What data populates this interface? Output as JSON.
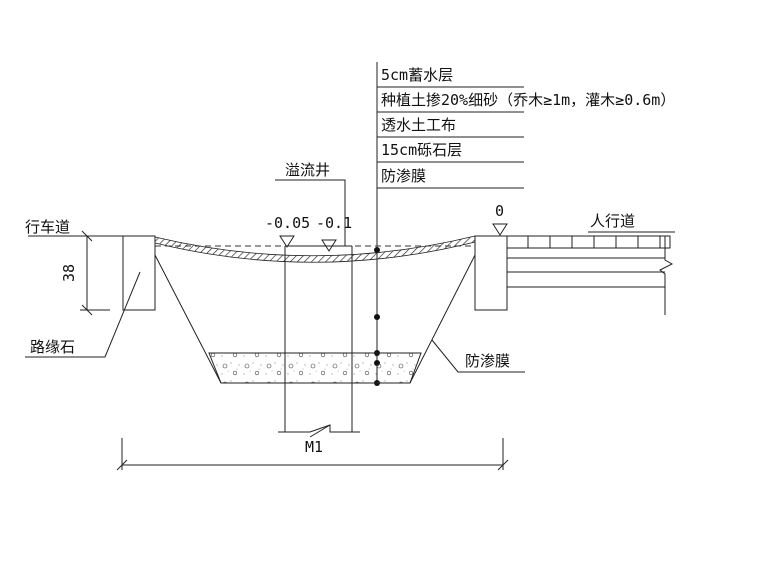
{
  "title": "Bioswale cross-section",
  "layers": [
    "5cm蓄水层",
    "种植土掺20%细砂（乔木≥1m，灌木≥0.6m）",
    "透水土工布",
    "15cm砾石层",
    "防渗膜"
  ],
  "labels": {
    "overflow_well": "溢流井",
    "roadway": "行车道",
    "sidewalk": "人行道",
    "curb": "路缘石",
    "membrane": "防渗膜",
    "well_code": "M1",
    "curb_height": "38"
  },
  "elevations": {
    "e1": "-0.05",
    "e2": "-0.1",
    "e0": "0"
  }
}
